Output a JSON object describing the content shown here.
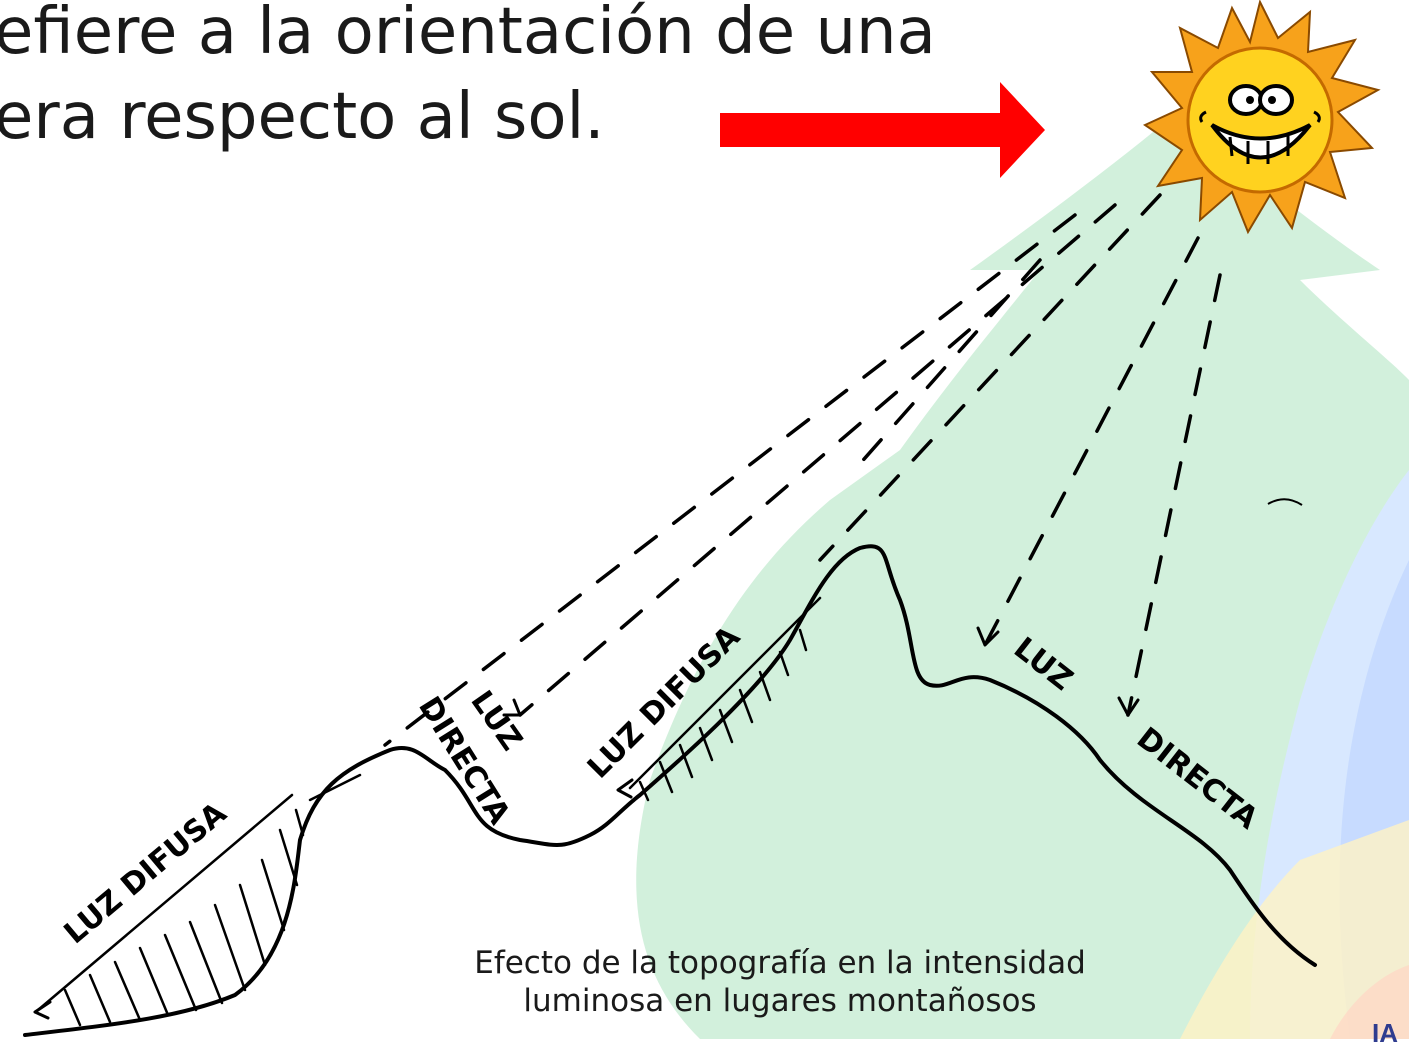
{
  "heading": {
    "line1": "efiere a la orientación de una",
    "line2": "era respecto al sol."
  },
  "diagram": {
    "labels": {
      "luz": "LUZ",
      "difusa": "DIFUSA",
      "directa": "DIRECTA"
    }
  },
  "caption": {
    "line1": "Efecto de la topografía en la intensidad",
    "line2": "luminosa en lugares montañosos"
  },
  "corner_mark": "IA",
  "colors": {
    "arrow": "#ff0000",
    "sun_rays": "#f7a21b",
    "sun_face": "#ffd21f",
    "ink": "#000000",
    "bg_green": "#cdeed8",
    "bg_blue": "#cfe3ff",
    "bg_yellow": "#fff6c9",
    "corner_mark": "#2f3c8f"
  }
}
